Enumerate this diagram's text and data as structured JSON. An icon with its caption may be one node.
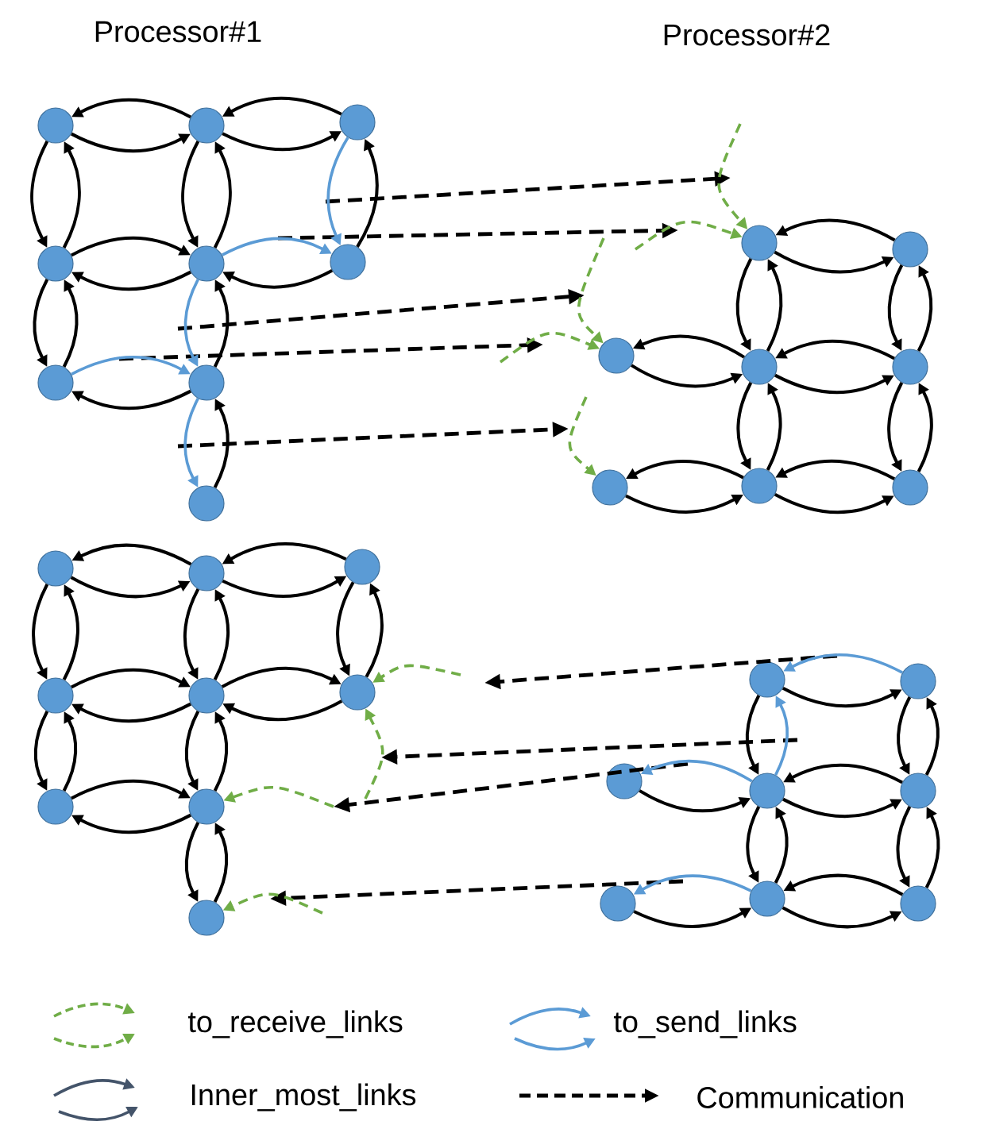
{
  "diagram": {
    "nodes": [
      {
        "text": [],
        "shape": "circle"
      },
      {
        "text": [],
        "shape": "circle"
      },
      {
        "text": [],
        "shape": "circle"
      },
      {
        "text": [],
        "shape": "circle"
      },
      {
        "text": [],
        "shape": "circle"
      },
      {
        "text": [],
        "shape": "circle"
      },
      {
        "text": [],
        "shape": "circle"
      },
      {
        "text": [],
        "shape": "circle"
      },
      {
        "text": [],
        "shape": "circle"
      },
      {
        "text": [],
        "shape": "circle"
      },
      {
        "text": [],
        "shape": "circle"
      },
      {
        "text": [],
        "shape": "circle"
      },
      {
        "text": [],
        "shape": "circle"
      },
      {
        "text": [],
        "shape": "circle"
      },
      {
        "text": [],
        "shape": "circle"
      },
      {
        "text": [],
        "shape": "circle"
      },
      {
        "text": [],
        "shape": "circle"
      },
      {
        "text": [],
        "shape": "circle"
      },
      {
        "text": [],
        "shape": "circle"
      },
      {
        "text": [],
        "shape": "circle"
      },
      {
        "text": [],
        "shape": "circle"
      },
      {
        "text": [],
        "shape": "circle"
      },
      {
        "text": [],
        "shape": "circle"
      },
      {
        "text": [],
        "shape": "circle"
      },
      {
        "text": [],
        "shape": "circle"
      },
      {
        "text": [],
        "shape": "circle"
      },
      {
        "text": [],
        "shape": "circle"
      },
      {
        "text": [],
        "shape": "circle"
      },
      {
        "text": [],
        "shape": "circle"
      },
      {
        "text": [],
        "shape": "circle"
      },
      {
        "text": [],
        "shape": "circle"
      },
      {
        "text": [],
        "shape": "circle"
      },
      {
        "text": [],
        "shape": "circle"
      },
      {
        "text": [],
        "shape": "circle"
      }
    ],
    "edges": [
      {
        "from": 1,
        "to": 0,
        "arrow": "to"
      },
      {
        "from": 0,
        "to": 1,
        "arrow": "to"
      },
      {
        "from": 2,
        "to": 1,
        "arrow": "to"
      },
      {
        "from": 1,
        "to": 2,
        "arrow": "to"
      },
      {
        "from": 0,
        "to": 3,
        "arrow": "to"
      },
      {
        "from": 3,
        "to": 0,
        "arrow": "to"
      },
      {
        "from": 1,
        "to": 4,
        "arrow": "to"
      },
      {
        "from": 4,
        "to": 1,
        "arrow": "to"
      },
      {
        "from": 2,
        "to": 5,
        "arrow": "to",
        "color": "#5b9bd5"
      },
      {
        "from": 5,
        "to": 2,
        "arrow": "to"
      },
      {
        "from": 3,
        "to": 4,
        "arrow": "to"
      },
      {
        "from": 4,
        "to": 3,
        "arrow": "to"
      },
      {
        "from": 4,
        "to": 5,
        "arrow": "to",
        "color": "#5b9bd5"
      },
      {
        "from": 5,
        "to": 4,
        "arrow": "to"
      },
      {
        "from": 3,
        "to": 6,
        "arrow": "to"
      },
      {
        "from": 6,
        "to": 3,
        "arrow": "to"
      },
      {
        "from": 4,
        "to": 7,
        "arrow": "to",
        "color": "#5b9bd5"
      },
      {
        "from": 7,
        "to": 4,
        "arrow": "to"
      },
      {
        "from": 6,
        "to": 7,
        "arrow": "to",
        "color": "#5b9bd5"
      },
      {
        "from": 7,
        "to": 6,
        "arrow": "to"
      },
      {
        "from": 7,
        "to": 8,
        "arrow": "to",
        "color": "#5b9bd5"
      },
      {
        "from": 8,
        "to": 7,
        "arrow": "to"
      },
      {
        "from": 10,
        "to": 9,
        "arrow": "to"
      },
      {
        "from": 9,
        "to": 10,
        "arrow": "to"
      },
      {
        "from": 9,
        "to": 12,
        "arrow": "to"
      },
      {
        "from": 12,
        "to": 9,
        "arrow": "to"
      },
      {
        "from": 10,
        "to": 13,
        "arrow": "to"
      },
      {
        "from": 13,
        "to": 10,
        "arrow": "to"
      },
      {
        "from": 12,
        "to": 11,
        "arrow": "to"
      },
      {
        "from": 11,
        "to": 12,
        "arrow": "to"
      },
      {
        "from": 13,
        "to": 12,
        "arrow": "to"
      },
      {
        "from": 12,
        "to": 13,
        "arrow": "to"
      },
      {
        "from": 12,
        "to": 15,
        "arrow": "to"
      },
      {
        "from": 15,
        "to": 12,
        "arrow": "to"
      },
      {
        "from": 13,
        "to": 16,
        "arrow": "to"
      },
      {
        "from": 16,
        "to": 13,
        "arrow": "to"
      },
      {
        "from": 15,
        "to": 14,
        "arrow": "to"
      },
      {
        "from": 14,
        "to": 15,
        "arrow": "to"
      },
      {
        "from": 16,
        "to": 15,
        "arrow": "to"
      },
      {
        "from": 15,
        "to": 16,
        "arrow": "to"
      },
      {
        "from": null,
        "to": 9,
        "arrow": "to",
        "style": "dashed",
        "color": "#70ad47"
      },
      {
        "from": null,
        "to": 9,
        "arrow": "to",
        "style": "dashed",
        "color": "#70ad47"
      },
      {
        "from": null,
        "to": 11,
        "arrow": "to",
        "style": "dashed",
        "color": "#70ad47"
      },
      {
        "from": null,
        "to": 11,
        "arrow": "to",
        "style": "dashed",
        "color": "#70ad47"
      },
      {
        "from": null,
        "to": 14,
        "arrow": "to",
        "style": "dashed",
        "color": "#70ad47"
      },
      {
        "from": 18,
        "to": 17,
        "arrow": "to"
      },
      {
        "from": 17,
        "to": 18,
        "arrow": "to"
      },
      {
        "from": 19,
        "to": 18,
        "arrow": "to"
      },
      {
        "from": 18,
        "to": 19,
        "arrow": "to"
      },
      {
        "from": 17,
        "to": 20,
        "arrow": "to"
      },
      {
        "from": 20,
        "to": 17,
        "arrow": "to"
      },
      {
        "from": 18,
        "to": 21,
        "arrow": "to"
      },
      {
        "from": 21,
        "to": 18,
        "arrow": "to"
      },
      {
        "from": 19,
        "to": 22,
        "arrow": "to"
      },
      {
        "from": 22,
        "to": 19,
        "arrow": "to"
      },
      {
        "from": 20,
        "to": 21,
        "arrow": "to"
      },
      {
        "from": 21,
        "to": 20,
        "arrow": "to"
      },
      {
        "from": 21,
        "to": 22,
        "arrow": "to"
      },
      {
        "from": 22,
        "to": 21,
        "arrow": "to"
      },
      {
        "from": 20,
        "to": 23,
        "arrow": "to"
      },
      {
        "from": 23,
        "to": 20,
        "arrow": "to"
      },
      {
        "from": 21,
        "to": 24,
        "arrow": "to"
      },
      {
        "from": 24,
        "to": 21,
        "arrow": "to"
      },
      {
        "from": 23,
        "to": 24,
        "arrow": "to"
      },
      {
        "from": 24,
        "to": 23,
        "arrow": "to"
      },
      {
        "from": 24,
        "to": 25,
        "arrow": "to"
      },
      {
        "from": 25,
        "to": 24,
        "arrow": "to"
      },
      {
        "from": null,
        "to": 22,
        "arrow": "to",
        "style": "dashed",
        "color": "#70ad47"
      },
      {
        "from": null,
        "to": 22,
        "arrow": "to",
        "style": "dashed",
        "color": "#70ad47"
      },
      {
        "from": null,
        "to": 24,
        "arrow": "to",
        "style": "dashed",
        "color": "#70ad47"
      },
      {
        "from": null,
        "to": 25,
        "arrow": "to",
        "style": "dashed",
        "color": "#70ad47"
      },
      {
        "from": 27,
        "to": 26,
        "arrow": "to",
        "color": "#5b9bd5"
      },
      {
        "from": 26,
        "to": 27,
        "arrow": "to"
      },
      {
        "from": 26,
        "to": 29,
        "arrow": "to"
      },
      {
        "from": 29,
        "to": 26,
        "arrow": "to",
        "color": "#5b9bd5"
      },
      {
        "from": 27,
        "to": 30,
        "arrow": "to"
      },
      {
        "from": 30,
        "to": 27,
        "arrow": "to"
      },
      {
        "from": 29,
        "to": 28,
        "arrow": "to",
        "color": "#5b9bd5"
      },
      {
        "from": 28,
        "to": 29,
        "arrow": "to"
      },
      {
        "from": 30,
        "to": 29,
        "arrow": "to"
      },
      {
        "from": 29,
        "to": 30,
        "arrow": "to"
      },
      {
        "from": 29,
        "to": 32,
        "arrow": "to"
      },
      {
        "from": 32,
        "to": 29,
        "arrow": "to"
      },
      {
        "from": 30,
        "to": 33,
        "arrow": "to"
      },
      {
        "from": 33,
        "to": 30,
        "arrow": "to"
      },
      {
        "from": 32,
        "to": 31,
        "arrow": "to",
        "color": "#5b9bd5"
      },
      {
        "from": 31,
        "to": 32,
        "arrow": "to"
      },
      {
        "from": 33,
        "to": 32,
        "arrow": "to"
      },
      {
        "from": 32,
        "to": 33,
        "arrow": "to"
      }
    ],
    "labels": [
      "Processor#1",
      "Processor#2"
    ],
    "legend": [
      {
        "text": "to_receive_links"
      },
      {
        "text": "to_send_links"
      },
      {
        "text": "Inner_most_links"
      },
      {
        "text": "Communication"
      }
    ]
  }
}
